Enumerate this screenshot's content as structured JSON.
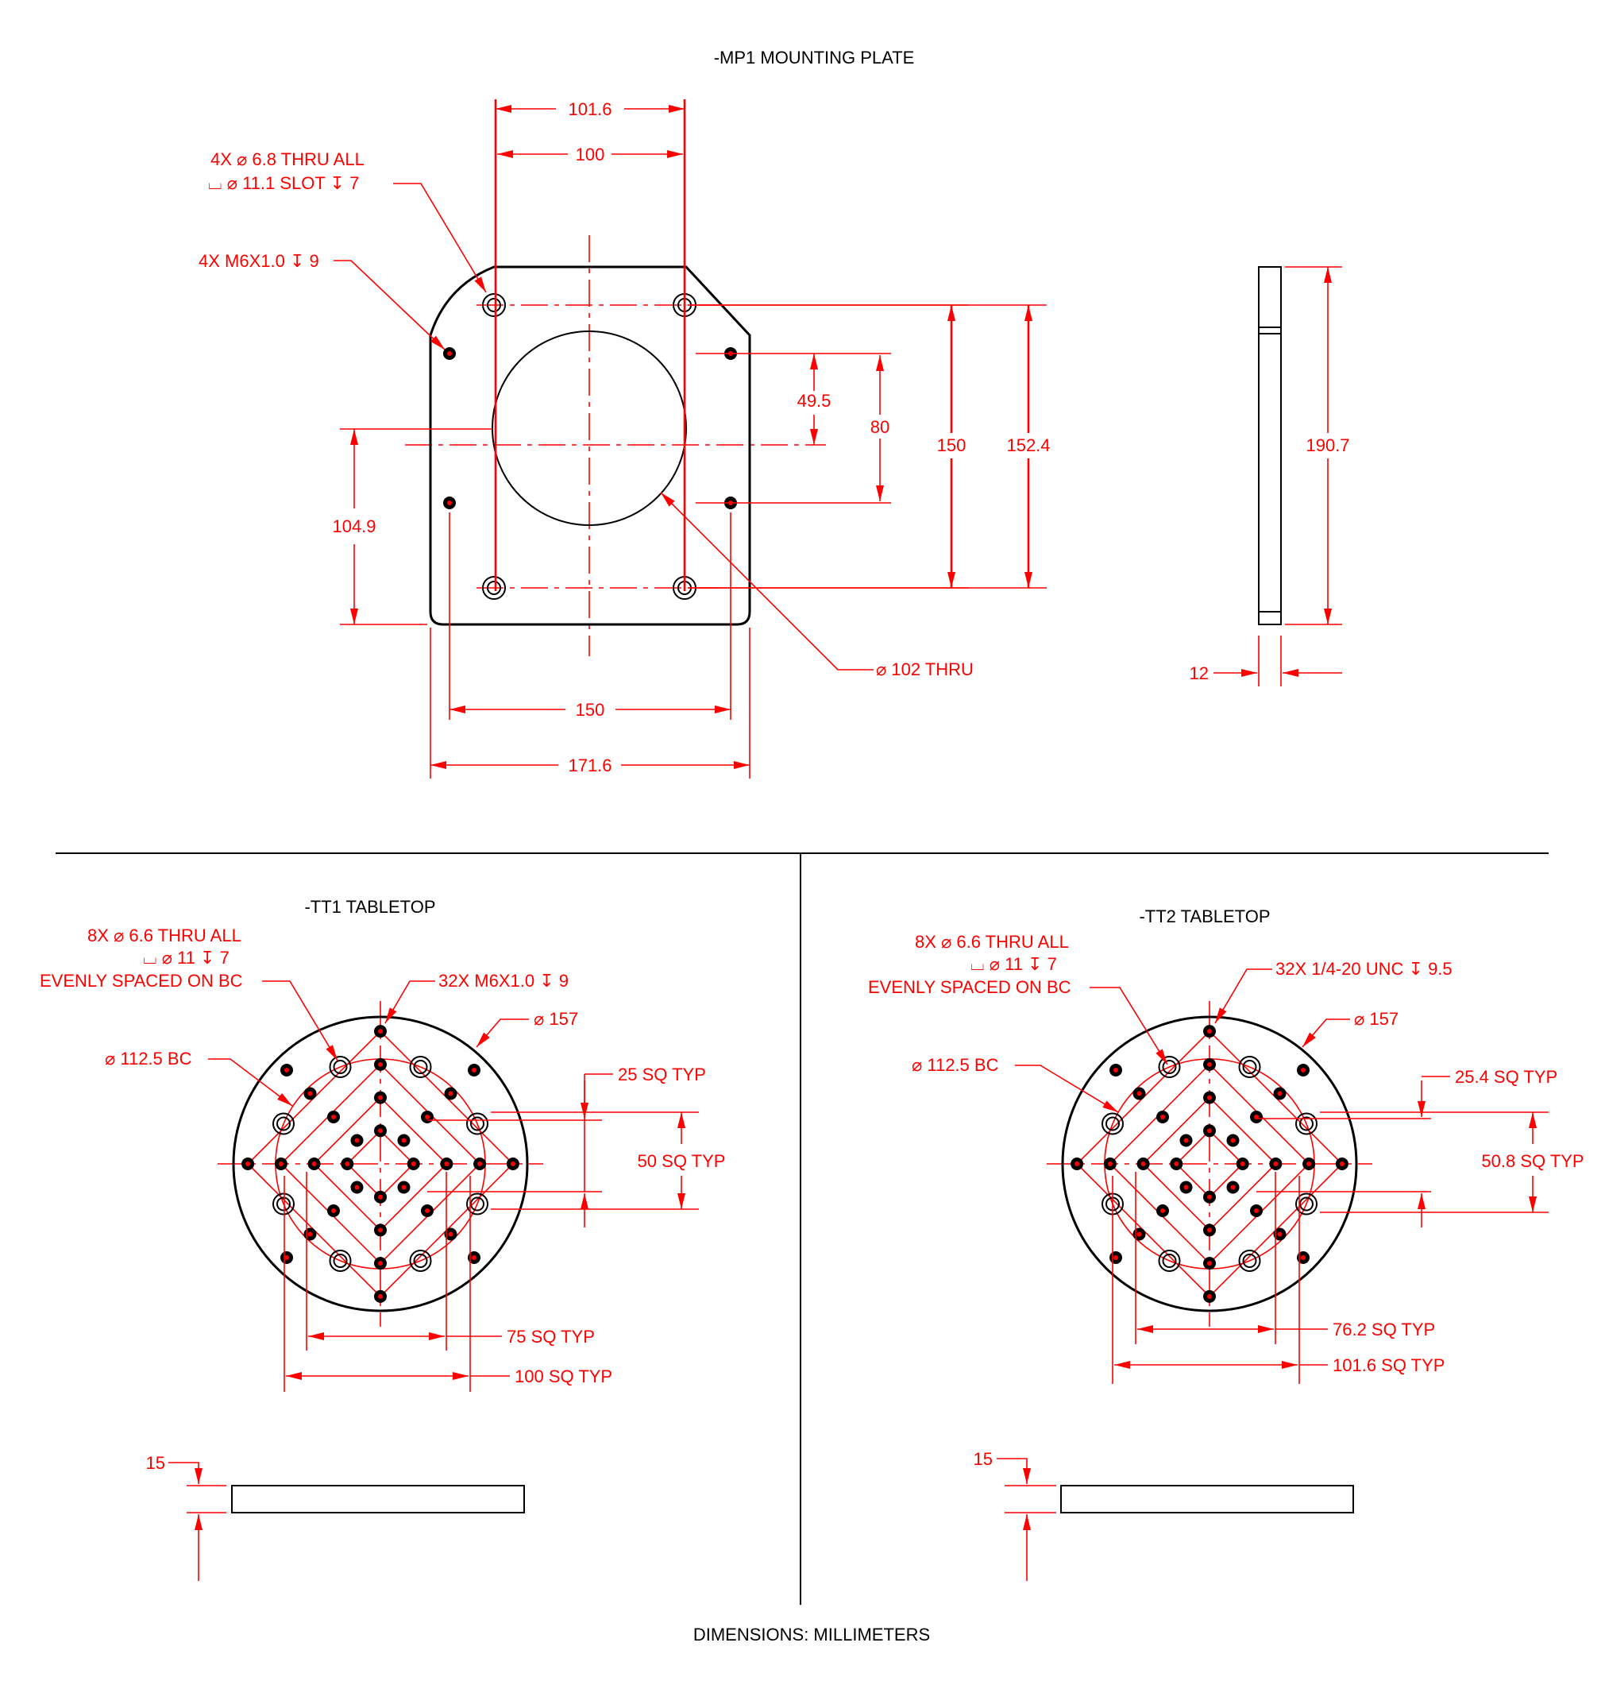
{
  "footer": "DIMENSIONS:  MILLIMETERS",
  "colors": {
    "part": "#000000",
    "dimension": "#ff0000"
  },
  "mp1": {
    "title": "-MP1 MOUNTING PLATE",
    "note_cb_line1": "4X ⌀ 6.8 THRU ALL",
    "note_cb_line2": "⌴ ⌀ 11.1 SLOT ↧ 7",
    "note_tap": "4X M6X1.0 ↧ 9",
    "note_bore": "⌀ 102 THRU",
    "dim_101_6": "101.6",
    "dim_100": "100",
    "dim_49_5": "49.5",
    "dim_80": "80",
    "dim_150_v": "150",
    "dim_152_4": "152.4",
    "dim_104_9": "104.9",
    "dim_150_h": "150",
    "dim_171_6": "171.6",
    "dim_190_7": "190.7",
    "dim_12": "12"
  },
  "tt1": {
    "title": "-TT1 TABLETOP",
    "note_line1": "8X ⌀ 6.6 THRU ALL",
    "note_line2": "⌴ ⌀ 11 ↧ 7",
    "note_line3": "EVENLY SPACED ON BC",
    "note_tap": "32X M6X1.0 ↧ 9",
    "dia": "⌀ 157",
    "bc": "⌀ 112.5 BC",
    "sq1": "25 SQ TYP",
    "sq2": "50 SQ TYP",
    "sq3": "75 SQ TYP",
    "sq4": "100 SQ TYP",
    "thk": "15"
  },
  "tt2": {
    "title": "-TT2 TABLETOP",
    "note_line1": "8X ⌀ 6.6 THRU ALL",
    "note_line2": "⌴ ⌀ 11 ↧ 7",
    "note_line3": "EVENLY SPACED ON BC",
    "note_tap": "32X 1/4-20 UNC  ↧ 9.5",
    "dia": "⌀ 157",
    "bc": "⌀ 112.5 BC",
    "sq1": "25.4 SQ TYP",
    "sq2": "50.8 SQ TYP",
    "sq3": "76.2 SQ TYP",
    "sq4": "101.6 SQ TYP",
    "thk": "15"
  }
}
